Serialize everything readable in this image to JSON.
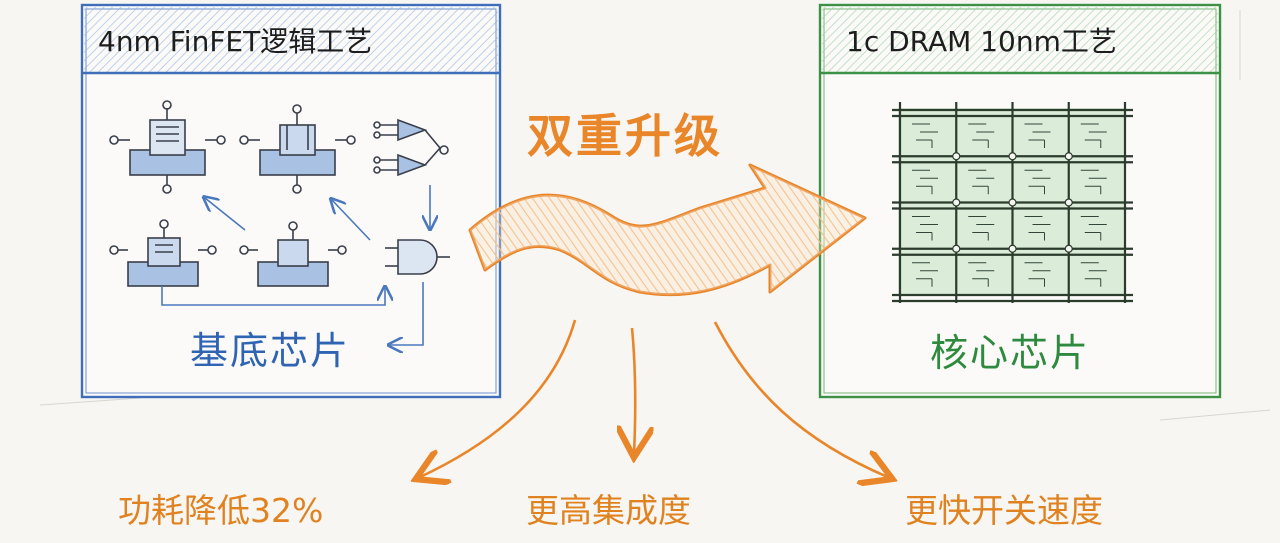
{
  "left_panel": {
    "title": "4nm FinFET逻辑工艺",
    "label": "基底芯片"
  },
  "right_panel": {
    "title": "1c DRAM 10nm工艺",
    "label": "核心芯片"
  },
  "center": {
    "label": "双重升级"
  },
  "benefits": {
    "left": "功耗降低32%",
    "middle": "更高集成度",
    "right": "更快开关速度"
  },
  "colors": {
    "blue": "#2f64b3",
    "green": "#2e8a3e",
    "orange": "#e9862a",
    "background": "#f7f6f3"
  }
}
